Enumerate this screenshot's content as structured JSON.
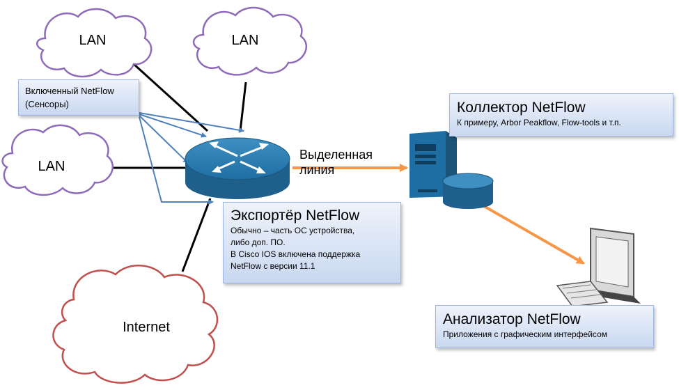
{
  "clouds": {
    "lan1": "LAN",
    "lan2": "LAN",
    "lan3": "LAN",
    "internet": "Internet"
  },
  "sensors": {
    "line1": "Включенный NetFlow",
    "line2": "(Сенсоры)"
  },
  "link": {
    "line1": "Выделенная",
    "line2": "линия"
  },
  "exporter": {
    "title": "Экспортёр NetFlow",
    "line1": "Обычно – часть ОС устройства,",
    "line2": "либо доп. ПО.",
    "line3": "В Cisco IOS включена поддержка",
    "line4": "NetFlow с версии 11.1"
  },
  "collector": {
    "title": "Коллектор NetFlow",
    "subtitle": "К примеру, Arbor Peakflow, Flow-tools и т.п."
  },
  "analyzer": {
    "title": "Анализатор NetFlow",
    "subtitle": "Приложения с графическим интерфейсом"
  },
  "colors": {
    "lan_cloud": "#8e6bb8",
    "internet_cloud": "#c0504d",
    "sensor_arrows": "#4f81bd",
    "link_arrow": "#f79646",
    "device": "#1f5f8b"
  }
}
